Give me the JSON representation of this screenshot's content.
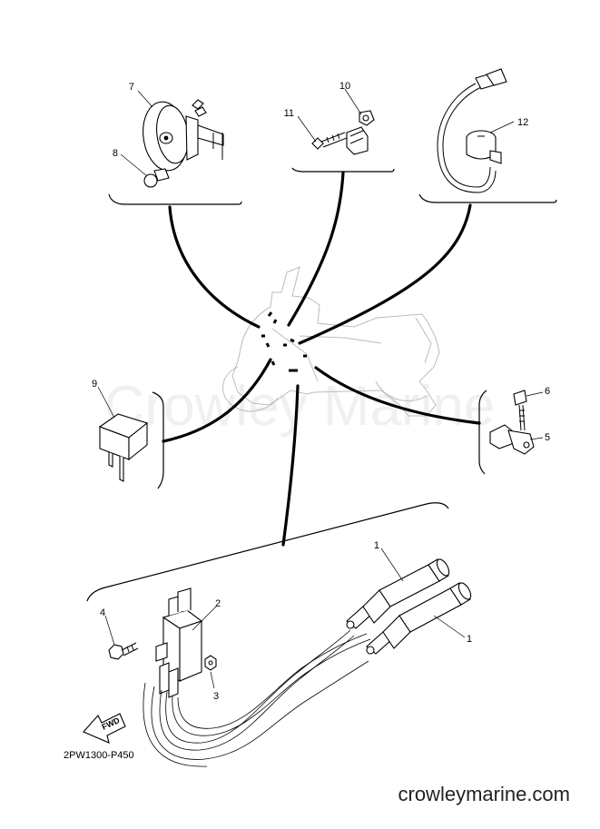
{
  "watermark": "Crowley Marine",
  "website": "crowleymarine.com",
  "diagram_code": "2PW1300-P450",
  "fwd_label": "FWD",
  "callouts": {
    "c1a": "1",
    "c1b": "1",
    "c2": "2",
    "c3": "3",
    "c4": "4",
    "c5": "5",
    "c6": "6",
    "c7": "7",
    "c8": "8",
    "c9": "9",
    "c10": "10",
    "c11": "11",
    "c12": "12"
  }
}
